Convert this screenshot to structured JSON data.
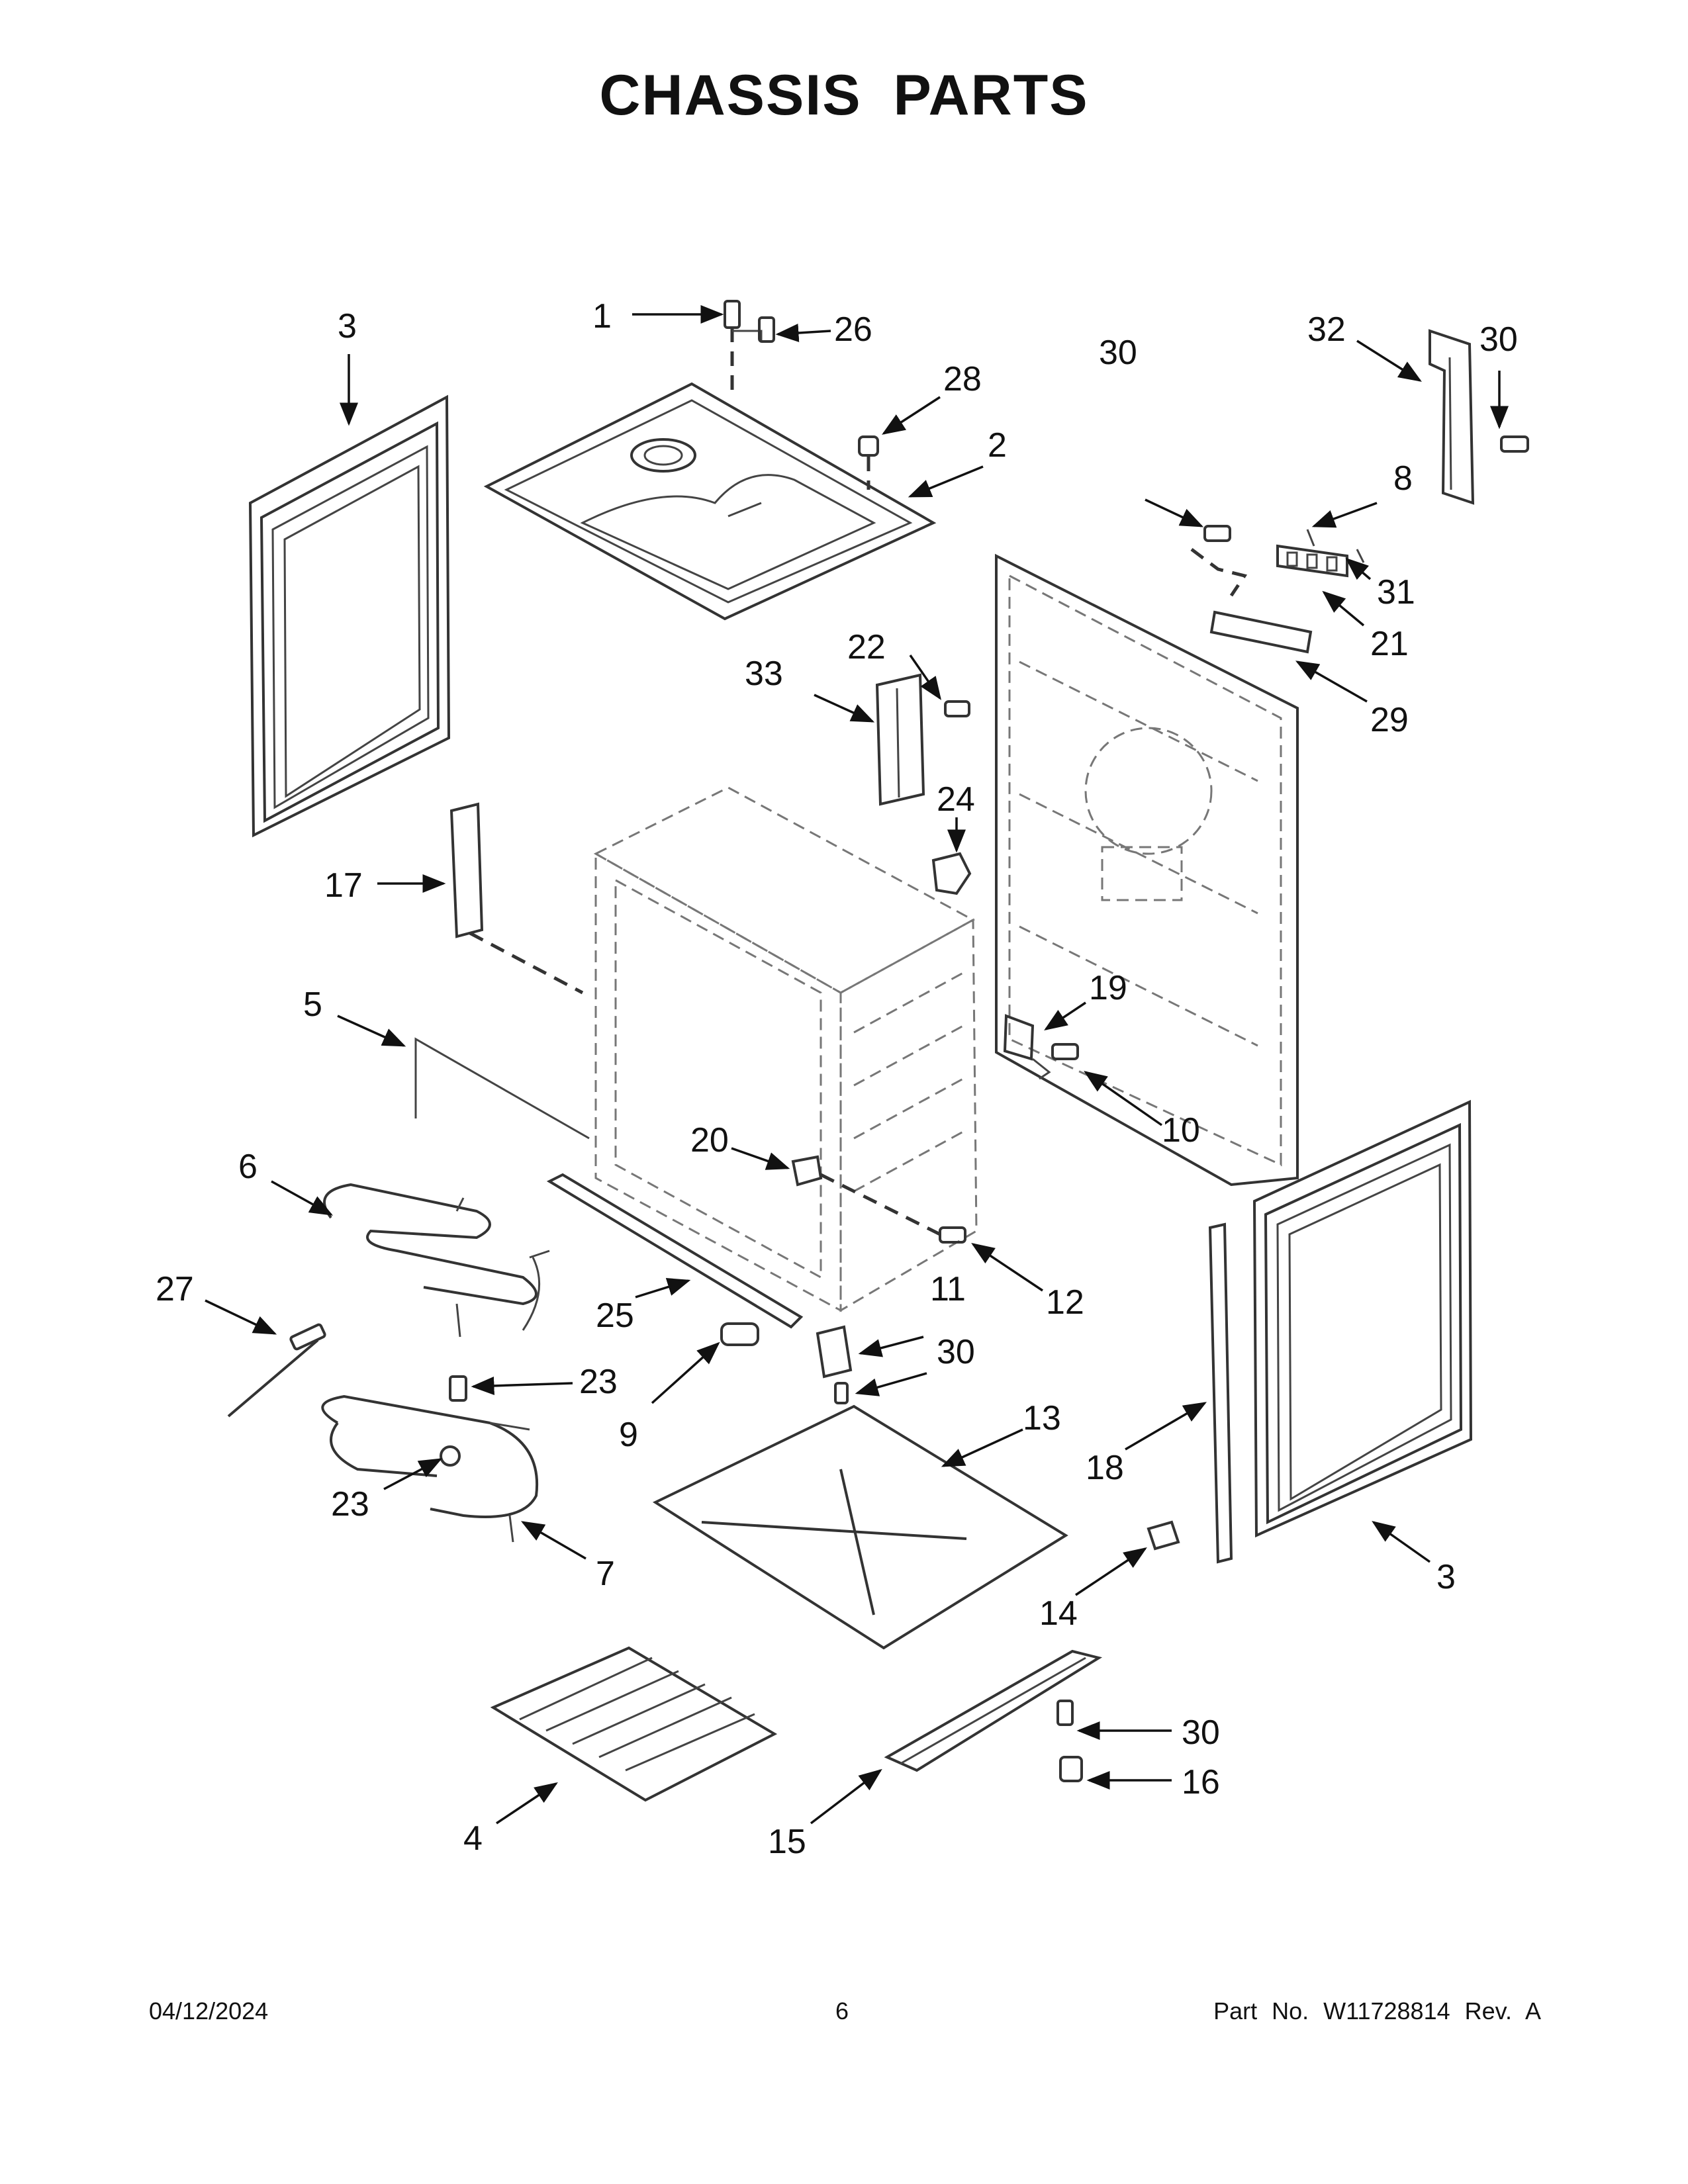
{
  "title": "CHASSIS PARTS",
  "footer": {
    "date": "04/12/2024",
    "page": "6",
    "part_no": "Part No.  W11728814  Rev.  A"
  },
  "callouts": [
    "1",
    "2",
    "3",
    "4",
    "5",
    "6",
    "7",
    "8",
    "9",
    "10",
    "11",
    "12",
    "13",
    "14",
    "15",
    "16",
    "17",
    "18",
    "19",
    "20",
    "21",
    "22",
    "23",
    "24",
    "25",
    "26",
    "27",
    "28",
    "29",
    "30",
    "31",
    "32",
    "33"
  ]
}
